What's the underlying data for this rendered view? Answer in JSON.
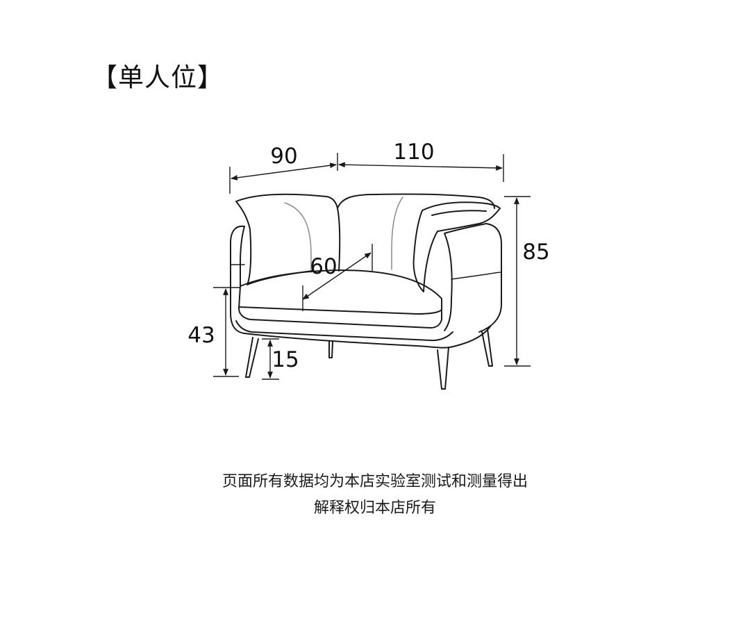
{
  "title": "【单人位】",
  "dimensions": {
    "seat_width": "90",
    "total_width": "110",
    "height": "85",
    "seat_depth": "60",
    "seat_height": "43",
    "leg_height": "15"
  },
  "footnote": {
    "line1": "页面所有数据均为本店实验室测试和测量得出",
    "line2": "解释权归本店所有"
  },
  "colors": {
    "line": "#1a1a1a",
    "accent_line": "#8a8a8a",
    "background": "#ffffff"
  }
}
